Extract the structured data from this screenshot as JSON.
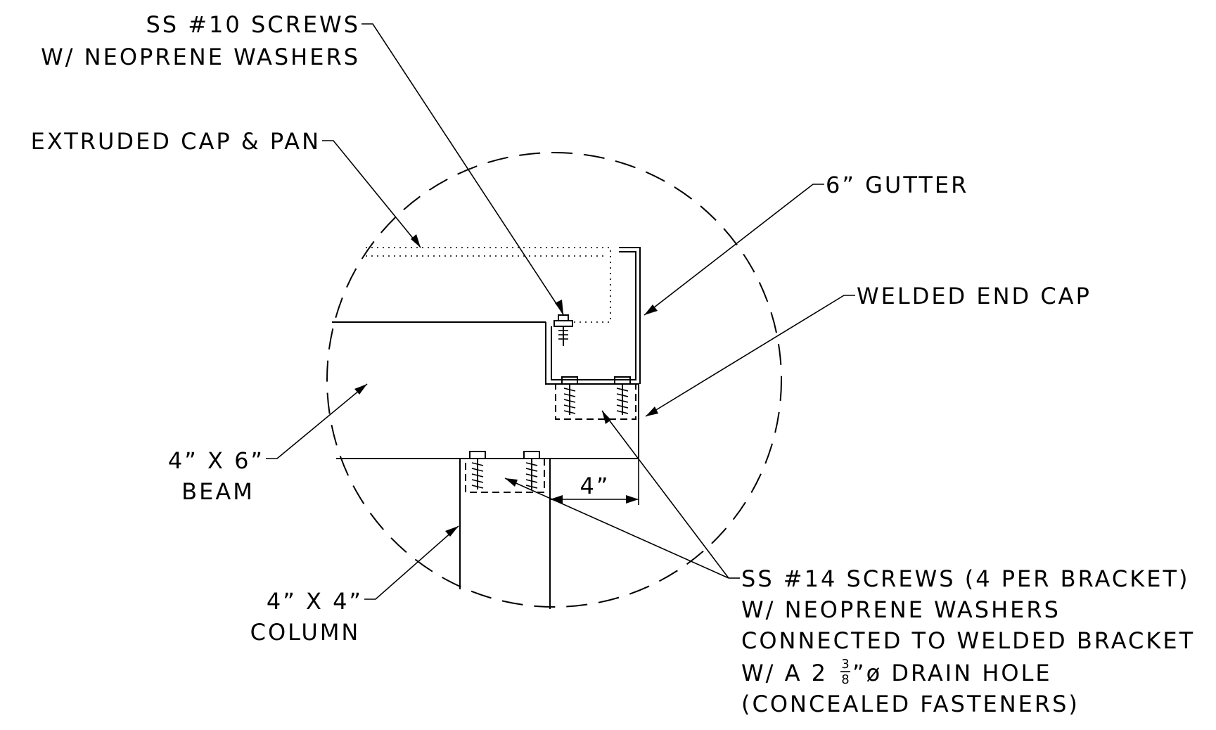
{
  "labels": {
    "ss10_line1": "SS #10 SCREWS",
    "ss10_line2": "W/ NEOPRENE WASHERS",
    "cap_pan": "EXTRUDED CAP & PAN",
    "gutter": "6” GUTTER",
    "end_cap": "WELDED END CAP",
    "beam_line1": "4” X 6”",
    "beam_line2": "BEAM",
    "dim_4": "4”",
    "column_line1": "4” X 4”",
    "column_line2": "COLUMN",
    "ss14_line1": "SS #14 SCREWS (4 PER BRACKET)",
    "ss14_line2": "W/ NEOPRENE WASHERS",
    "ss14_line3": "CONNECTED TO WELDED BRACKET",
    "ss14_line4_a": "W/ A 2",
    "ss14_frac_num": "3",
    "ss14_frac_den": "8",
    "ss14_line4_b": "”ø DRAIN HOLE",
    "ss14_line5": "(CONCEALED FASTENERS)"
  }
}
